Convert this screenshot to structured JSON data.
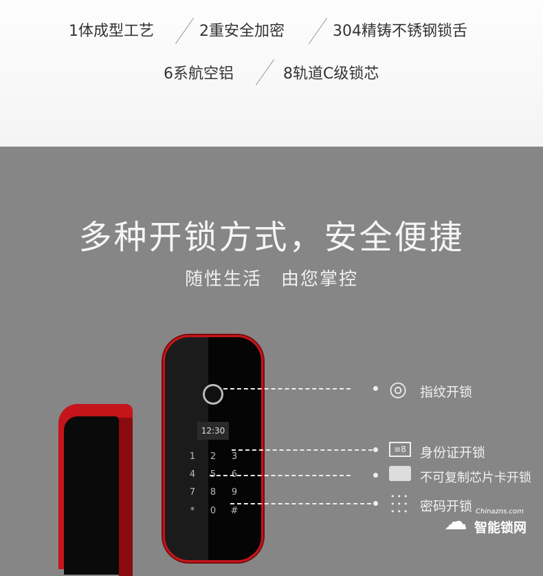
{
  "features_row1": [
    "1体成型工艺",
    "2重安全加密",
    "304精铸不锈钢锁舌"
  ],
  "features_row2": [
    "6系航空铝",
    "8轨道C级锁芯"
  ],
  "headline": "多种开锁方式，安全便捷",
  "subheadline": [
    "随性生活",
    "由您掌控"
  ],
  "lock_display": {
    "time": "12:30",
    "keys": [
      "1",
      "2",
      "3",
      "4",
      "5",
      "6",
      "7",
      "8",
      "9",
      "*",
      "0",
      "#"
    ]
  },
  "unlock_methods": [
    {
      "icon": "fingerprint-icon",
      "label": "指纹开锁"
    },
    {
      "icon": "id-card-icon",
      "label": "身份证开锁"
    },
    {
      "icon": "chip-card-icon",
      "label": "不可复制芯片卡开锁"
    },
    {
      "icon": "keypad-icon",
      "label": "密码开锁"
    }
  ],
  "watermark": {
    "site": "Chinazns.com",
    "name": "智能锁网"
  },
  "colors": {
    "accent_red": "#c5141a",
    "background_gray": "#868686"
  }
}
